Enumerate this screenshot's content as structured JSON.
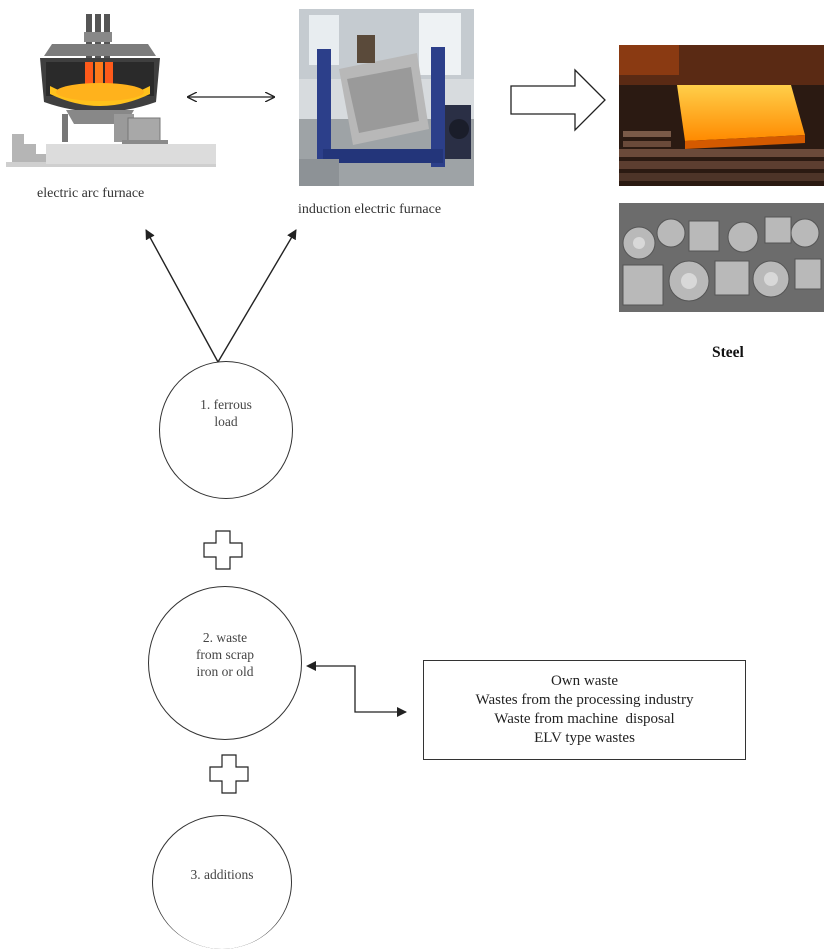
{
  "furnaces": {
    "arc_label": "electric arc furnace",
    "induction_label": "induction electric furnace"
  },
  "output": {
    "label": "Steel"
  },
  "inputs": [
    {
      "line1": "1. ferrous",
      "line2": "load",
      "line3": ""
    },
    {
      "line1": "2. waste",
      "line2": "from scrap",
      "line3": "iron or old"
    },
    {
      "line1": "3. additions",
      "line2": "",
      "line3": ""
    }
  ],
  "waste_sources": [
    "Own waste",
    "Wastes from the processing industry",
    "Waste from machine  disposal",
    "ELV type wastes"
  ],
  "colors": {
    "molten": "#ffb21c",
    "glow": "#ff7a00",
    "furnace_blue": "#2c3f8a",
    "line": "#222222"
  }
}
